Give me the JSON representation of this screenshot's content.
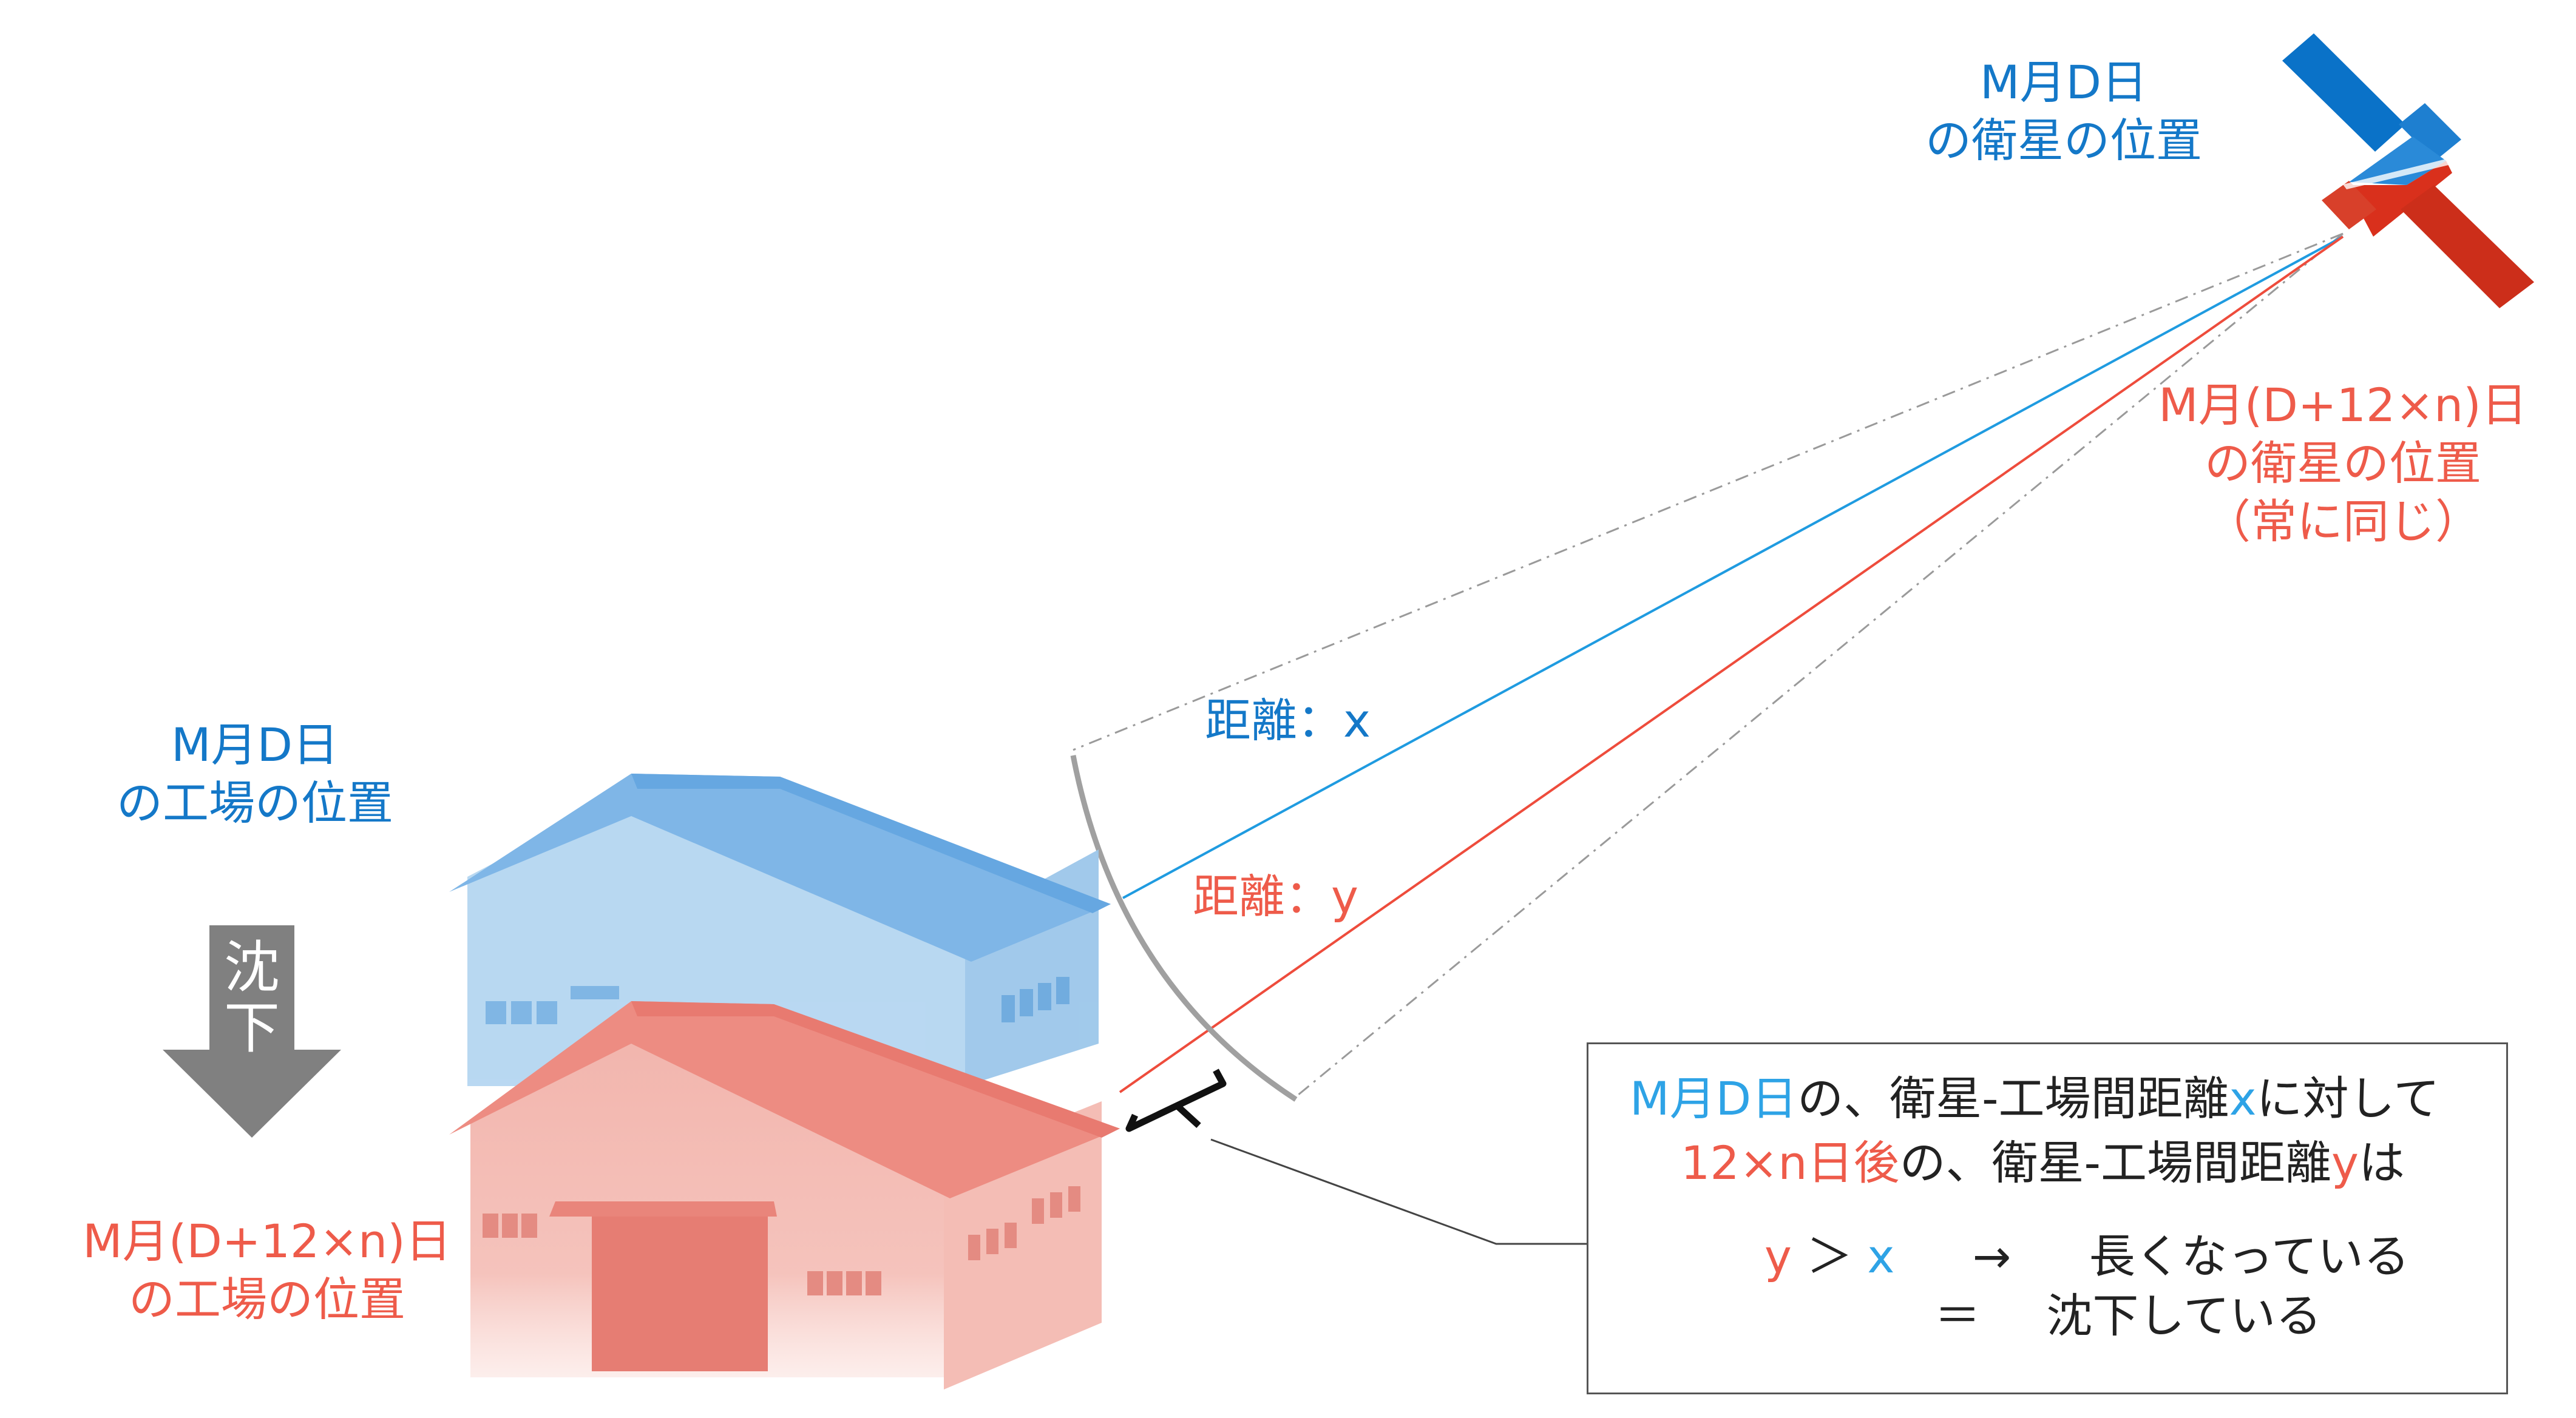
{
  "satellite": {
    "label_md": [
      "M月D日",
      "の衛星の位置"
    ],
    "label_later": [
      "M月(D+12×n)日",
      "の衛星の位置",
      "（常に同じ）"
    ]
  },
  "distances": {
    "x_label": "距離：x",
    "y_label": "距離：y"
  },
  "factory": {
    "label_md": [
      "M月D日",
      "の工場の位置"
    ],
    "label_later": [
      "M月(D+12×n)日",
      "の工場の位置"
    ],
    "sink_arrow": [
      "沈",
      "下"
    ]
  },
  "info": {
    "line1": {
      "a": "M月D日",
      "b": "の、衛星-工場間距離",
      "c": "x",
      "d": "に対して"
    },
    "line2": {
      "a": "12×n日後",
      "b": "の、衛星-工場間距離",
      "c": "y",
      "d": "は"
    },
    "line3": {
      "y": "y",
      "gt": "＞",
      "x": "x",
      "arrow": "→",
      "text": "長くなっている"
    },
    "line4": {
      "eq": "＝",
      "text": "沈下している"
    }
  },
  "colors": {
    "blue": "#1478c8",
    "red": "#ee5b4a",
    "skyblue": "#2ea3e6",
    "gray_arrow": "#808080"
  }
}
